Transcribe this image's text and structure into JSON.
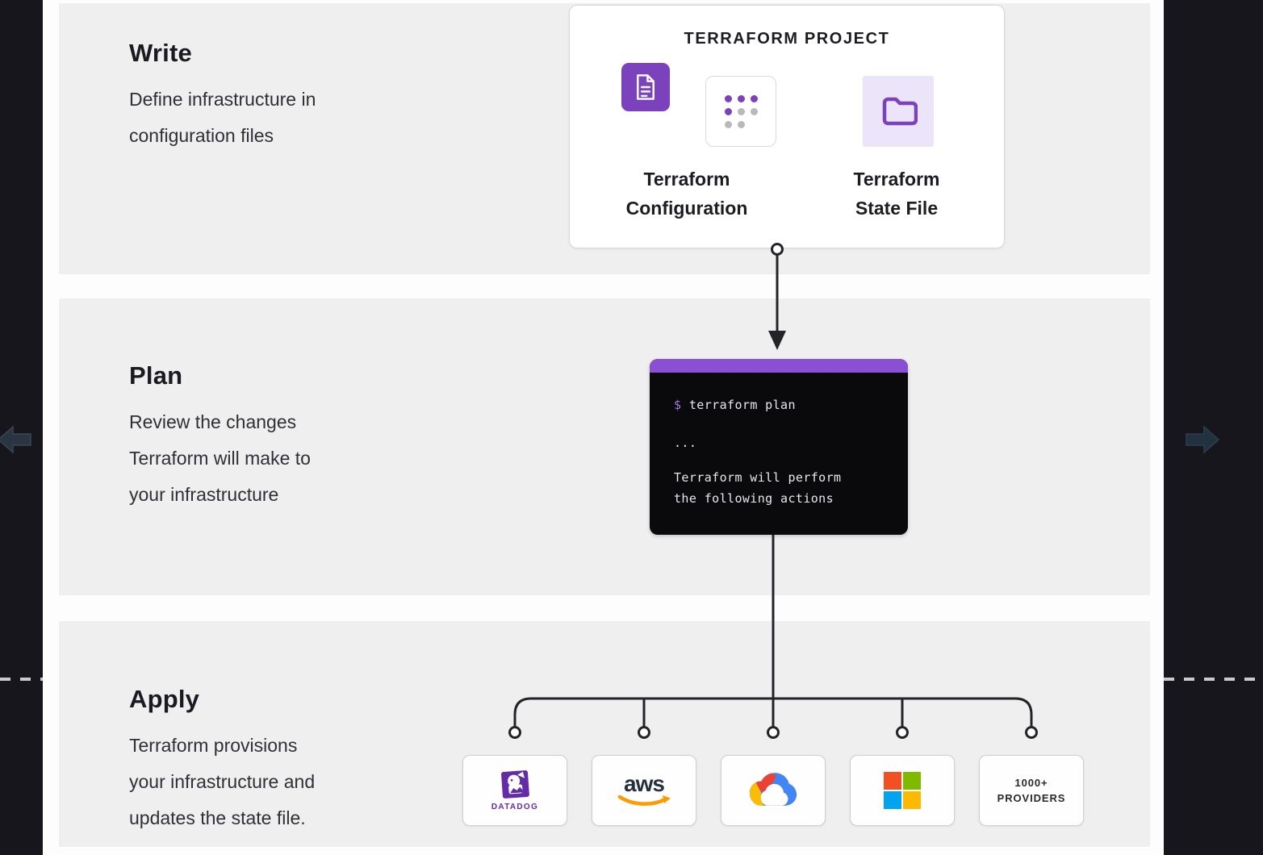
{
  "slide": {
    "steps": [
      {
        "title": "Write",
        "lines": [
          "Define infrastructure in",
          "configuration files"
        ]
      },
      {
        "title": "Plan",
        "lines": [
          "Review the changes",
          "Terraform will make to",
          "your infrastructure"
        ]
      },
      {
        "title": "Apply",
        "lines": [
          "Terraform provisions",
          "your infrastructure and",
          "updates the state file."
        ]
      }
    ],
    "project_card": {
      "title": "TERRAFORM PROJECT",
      "configuration": {
        "label_lines": [
          "Terraform",
          "Configuration"
        ],
        "icon": "document-icon",
        "secondary_icon": "dots-grid-icon"
      },
      "state_file": {
        "label_lines": [
          "Terraform",
          "State File"
        ],
        "icon": "folder-icon"
      }
    },
    "terminal": {
      "prompt": "$",
      "command": " terraform plan",
      "ellipsis": "...",
      "output_lines": [
        "Terraform will perform",
        "the following actions"
      ]
    },
    "providers": [
      {
        "name": "Datadog",
        "label": "DATADOG",
        "icon": "datadog-logo"
      },
      {
        "name": "AWS",
        "wordmark": "aws",
        "icon": "aws-logo"
      },
      {
        "name": "Google Cloud",
        "icon": "google-cloud-logo"
      },
      {
        "name": "Microsoft Azure",
        "icon": "microsoft-logo"
      },
      {
        "name": "1000+ Providers",
        "label_lines": [
          "1000+",
          "PROVIDERS"
        ]
      }
    ],
    "colors": {
      "terraform_purple": "#7b42bc",
      "terminal_header_purple": "#8a4fd3",
      "lavender_tile": "#ece4f8",
      "band_gray": "#efeff0",
      "side_dark": "#17161d",
      "connector_black": "#242428",
      "datadog_purple": "#632ca6",
      "aws_orange": "#ff9900",
      "aws_navy": "#252f3e",
      "ms_red": "#f25022",
      "ms_green": "#7fba00",
      "ms_blue": "#00a4ef",
      "ms_yellow": "#ffb900",
      "gc_blue": "#4285f4",
      "gc_red": "#ea4335",
      "gc_yellow": "#fbbc05",
      "gc_green": "#34a853"
    }
  }
}
